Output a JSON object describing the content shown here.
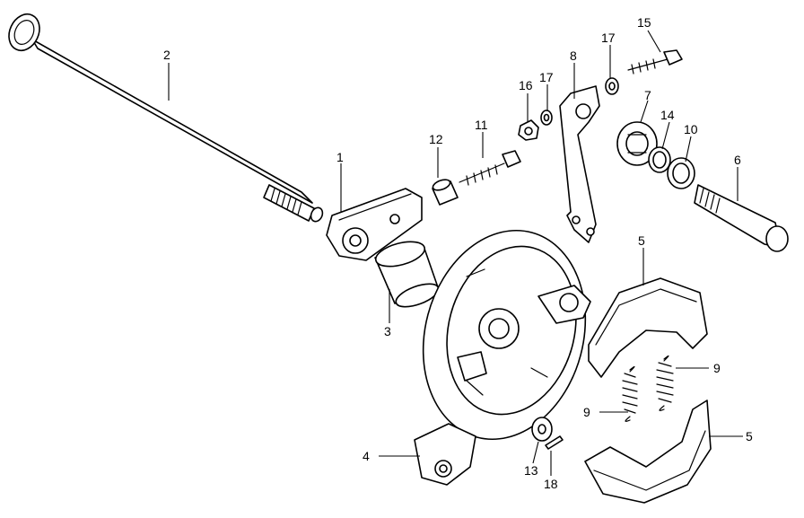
{
  "callouts": {
    "c1": "1",
    "c2": "2",
    "c3": "3",
    "c4": "4",
    "c5a": "5",
    "c5b": "5",
    "c6": "6",
    "c7": "7",
    "c8": "8",
    "c9a": "9",
    "c9b": "9",
    "c10": "10",
    "c11": "11",
    "c12": "12",
    "c13": "13",
    "c14": "14",
    "c15": "15",
    "c16": "16",
    "c17a": "17",
    "c17b": "17",
    "c18": "18"
  }
}
